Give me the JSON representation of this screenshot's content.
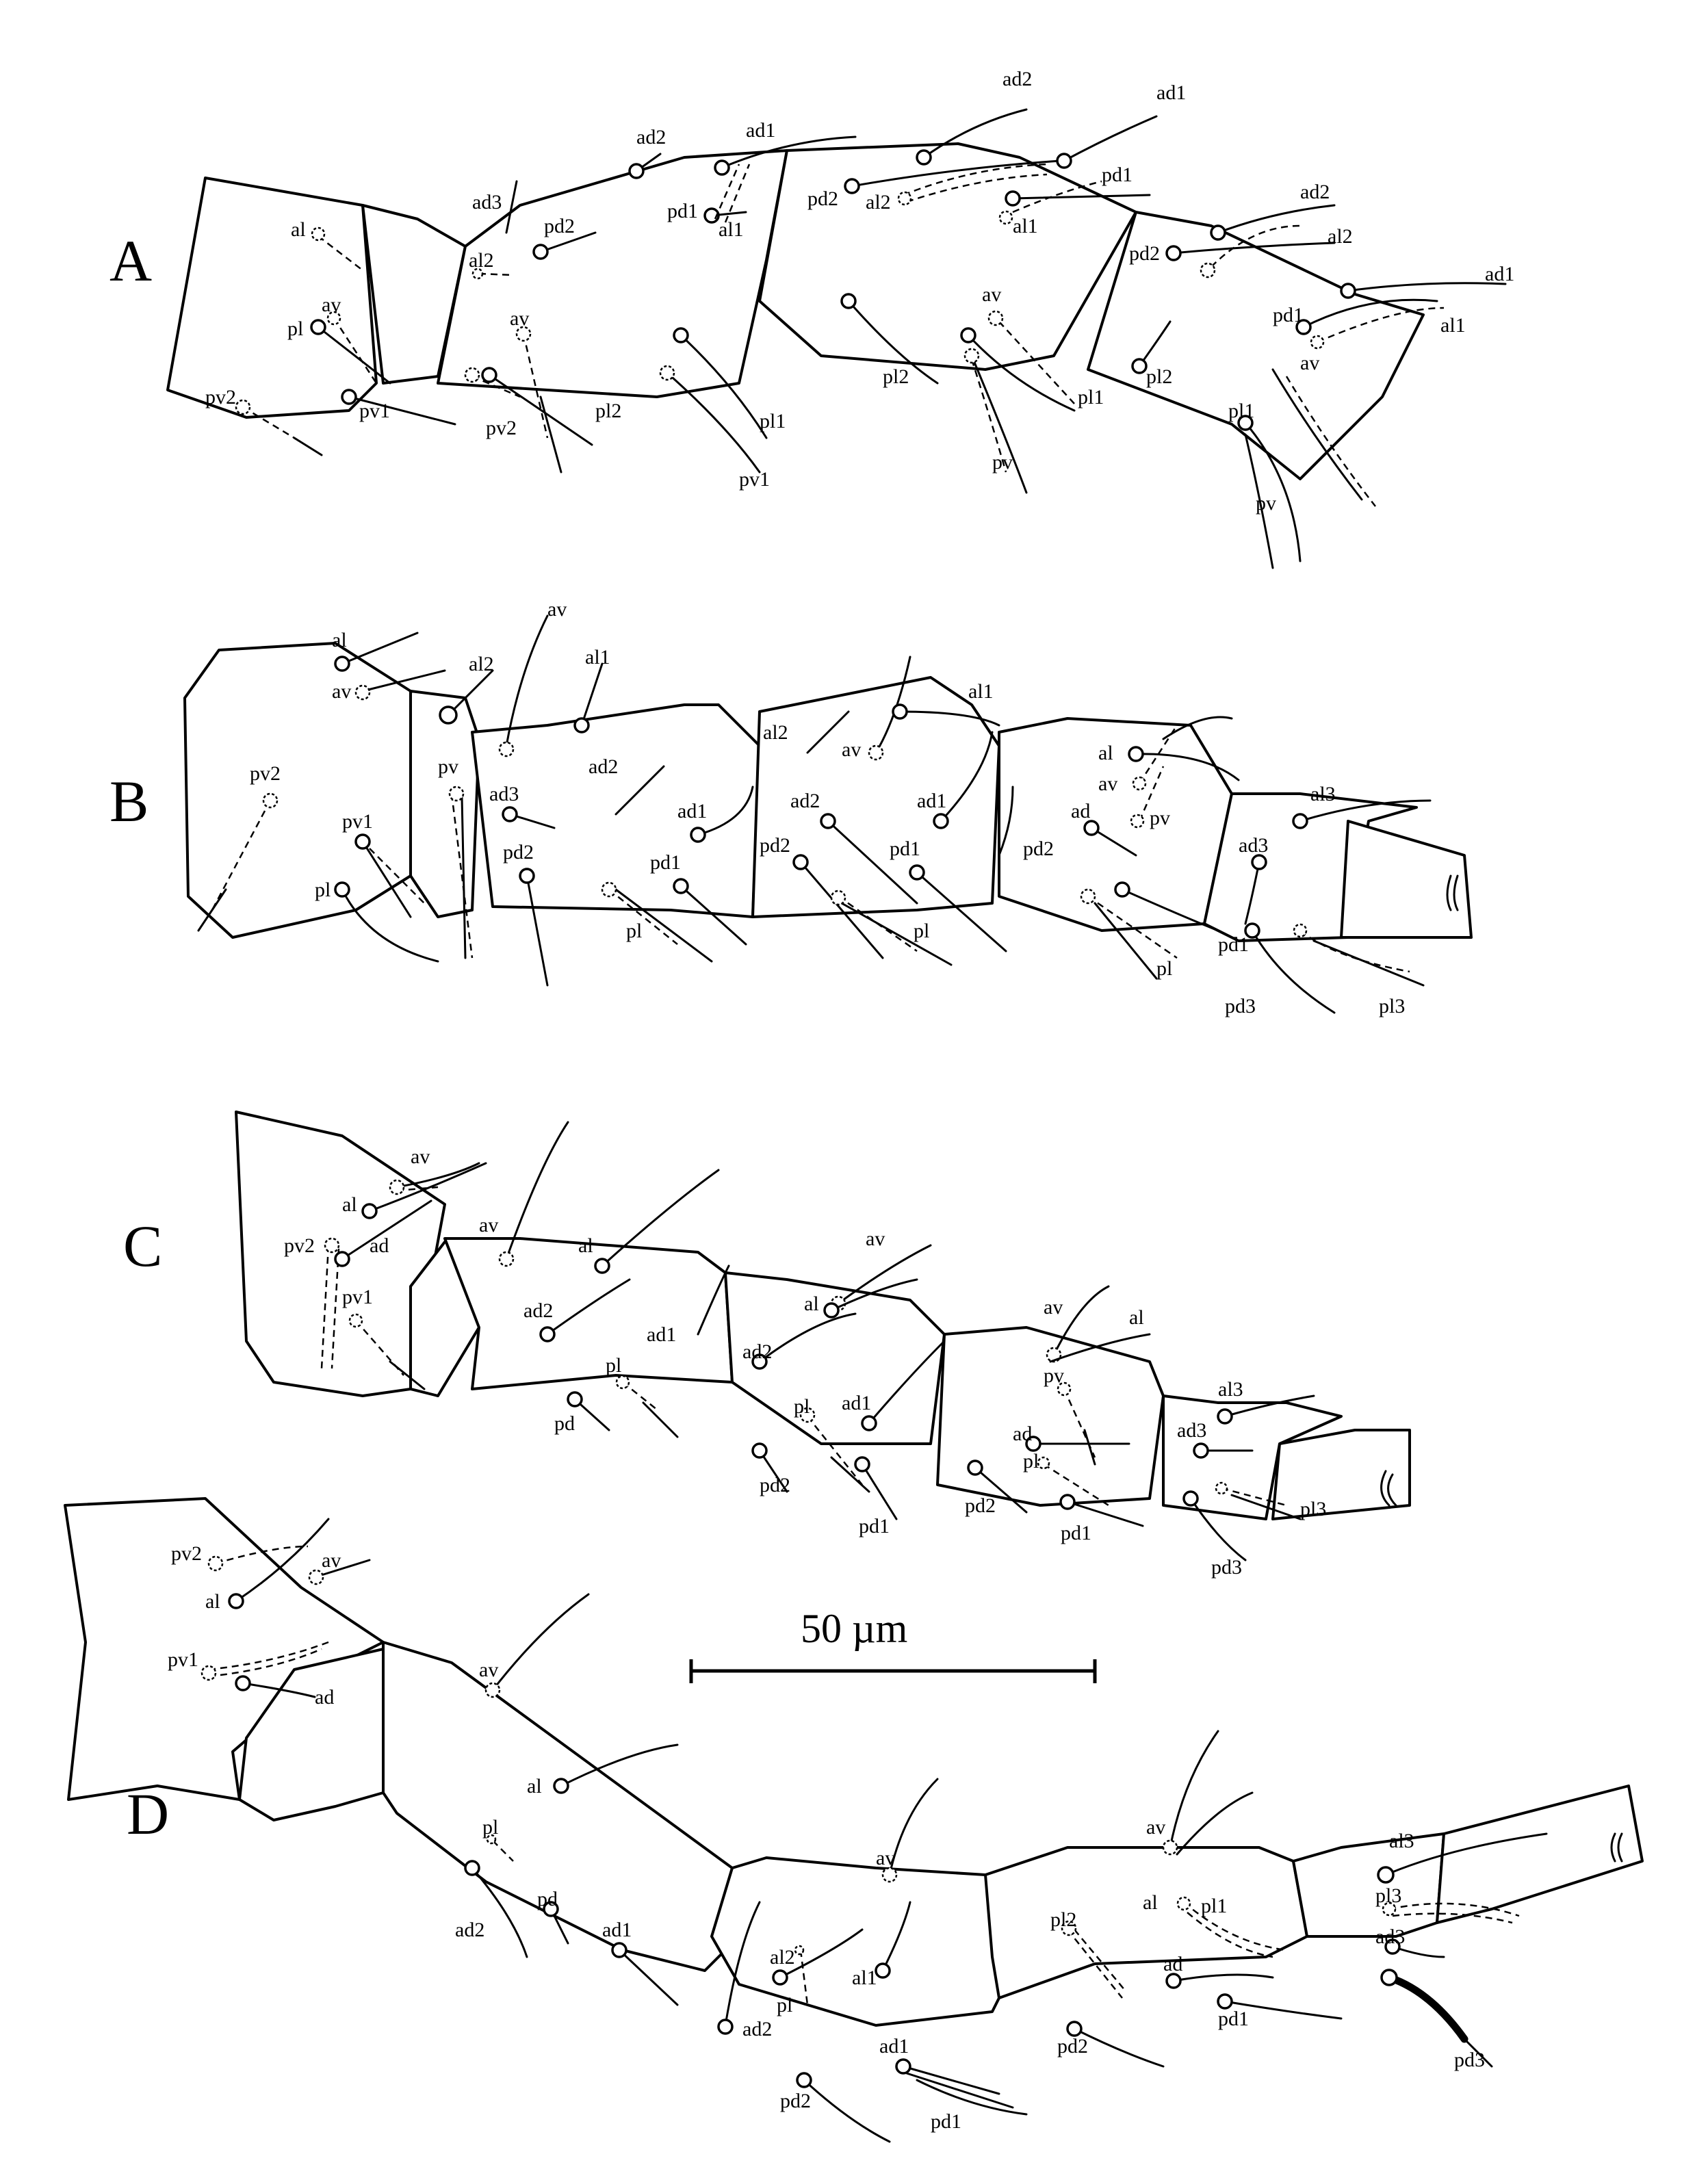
{
  "scale_bar": {
    "label": "50 µm"
  },
  "panels": [
    {
      "id": "A",
      "setae": [
        "al",
        "pl",
        "av",
        "pv2",
        "pv1",
        "ad3",
        "al2",
        "pd2",
        "av",
        "pv2",
        "pl2",
        "ad2",
        "ad1",
        "pd1",
        "al1",
        "pl1",
        "pv1",
        "ad2",
        "pd2",
        "al2",
        "ad1",
        "pd1",
        "al1",
        "av",
        "pl2",
        "pl1",
        "pv",
        "ad2",
        "al2",
        "pd2",
        "ad1",
        "pd1",
        "al1",
        "pl2",
        "av",
        "pl1",
        "pv"
      ]
    },
    {
      "id": "B",
      "setae": [
        "al",
        "av",
        "pv2",
        "pv1",
        "pl",
        "al2",
        "pv",
        "av",
        "al1",
        "ad3",
        "ad2",
        "pd2",
        "ad1",
        "pd1",
        "pl",
        "al2",
        "av",
        "al1",
        "ad2",
        "pd2",
        "ad1",
        "pd1",
        "pl",
        "al",
        "av",
        "pv",
        "ad",
        "pd2",
        "pl",
        "pd1",
        "al3",
        "ad3",
        "pd3",
        "pl3"
      ]
    },
    {
      "id": "C",
      "setae": [
        "av",
        "al",
        "pv2",
        "ad",
        "pv1",
        "av",
        "al",
        "ad2",
        "pd",
        "pl",
        "ad1",
        "av",
        "al",
        "ad2",
        "ad1",
        "pl",
        "pd2",
        "pd1",
        "av",
        "al",
        "pv",
        "ad",
        "pl",
        "pd2",
        "pd1",
        "al3",
        "ad3",
        "pd3",
        "pl3"
      ]
    },
    {
      "id": "D",
      "setae": [
        "pv2",
        "av",
        "al",
        "pv1",
        "ad",
        "av",
        "al",
        "pl",
        "pd",
        "ad2",
        "ad1",
        "av",
        "al2",
        "al1",
        "pl",
        "ad2",
        "ad1",
        "pd2",
        "pd1",
        "av",
        "al",
        "pl1",
        "pl2",
        "ad",
        "pd2",
        "pd1",
        "al3",
        "pl3",
        "ad3",
        "pd3"
      ]
    }
  ]
}
